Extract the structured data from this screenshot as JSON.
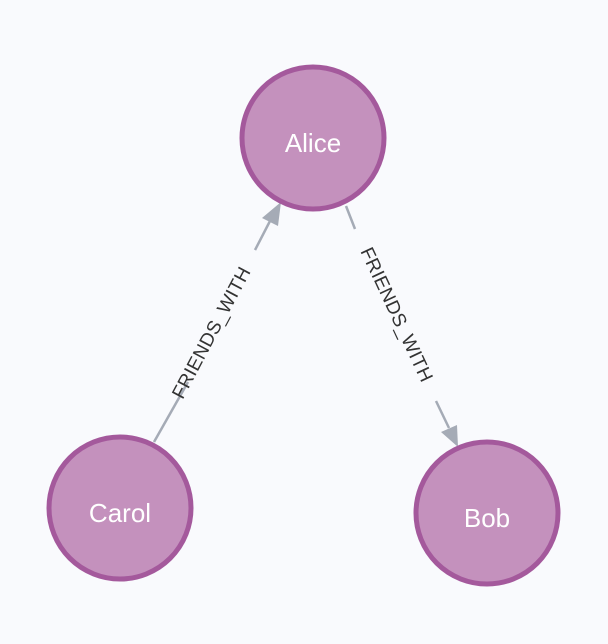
{
  "colors": {
    "background": "#f9fafd",
    "node_fill": "#c491bd",
    "node_stroke": "#a4599c",
    "edge": "#a5abb6",
    "label_text": "#333333",
    "node_text": "#ffffff"
  },
  "graph": {
    "nodes": [
      {
        "id": "alice",
        "label": "Alice"
      },
      {
        "id": "carol",
        "label": "Carol"
      },
      {
        "id": "bob",
        "label": "Bob"
      }
    ],
    "edges": [
      {
        "id": "carol-alice",
        "source": "carol",
        "target": "alice",
        "label": "FRIENDS_WITH",
        "directed": true
      },
      {
        "id": "alice-bob",
        "source": "alice",
        "target": "bob",
        "label": "FRIENDS_WITH",
        "directed": true
      }
    ]
  }
}
